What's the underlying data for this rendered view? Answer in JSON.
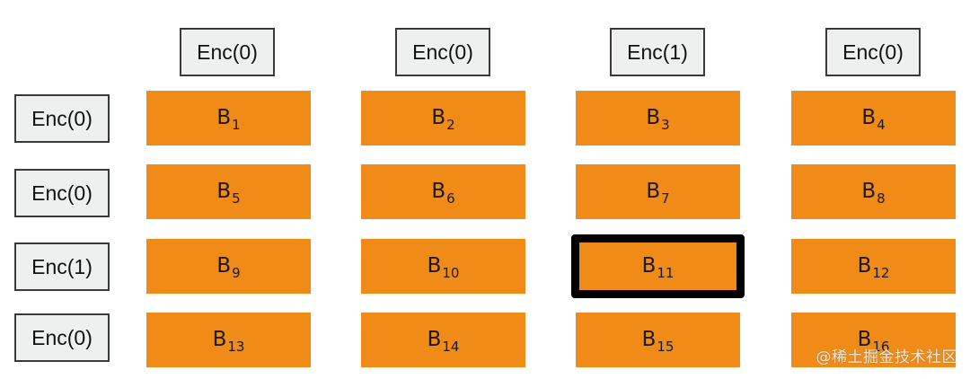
{
  "column_headers": [
    "Enc(0)",
    "Enc(0)",
    "Enc(1)",
    "Enc(0)"
  ],
  "row_headers": [
    "Enc(0)",
    "Enc(0)",
    "Enc(1)",
    "Enc(0)"
  ],
  "blocks": [
    {
      "symbol": "B",
      "index": "1"
    },
    {
      "symbol": "B",
      "index": "2"
    },
    {
      "symbol": "B",
      "index": "3"
    },
    {
      "symbol": "B",
      "index": "4"
    },
    {
      "symbol": "B",
      "index": "5"
    },
    {
      "symbol": "B",
      "index": "6"
    },
    {
      "symbol": "B",
      "index": "7"
    },
    {
      "symbol": "B",
      "index": "8"
    },
    {
      "symbol": "B",
      "index": "9"
    },
    {
      "symbol": "B",
      "index": "10"
    },
    {
      "symbol": "B",
      "index": "11"
    },
    {
      "symbol": "B",
      "index": "12"
    },
    {
      "symbol": "B",
      "index": "13"
    },
    {
      "symbol": "B",
      "index": "14"
    },
    {
      "symbol": "B",
      "index": "15"
    },
    {
      "symbol": "B",
      "index": "16"
    }
  ],
  "highlighted_block_index": "11",
  "watermark": "@稀土掘金技术社区",
  "colors": {
    "block_fill": "#ef8b16",
    "header_fill": "#eef0f0",
    "highlight_border": "#000000"
  }
}
